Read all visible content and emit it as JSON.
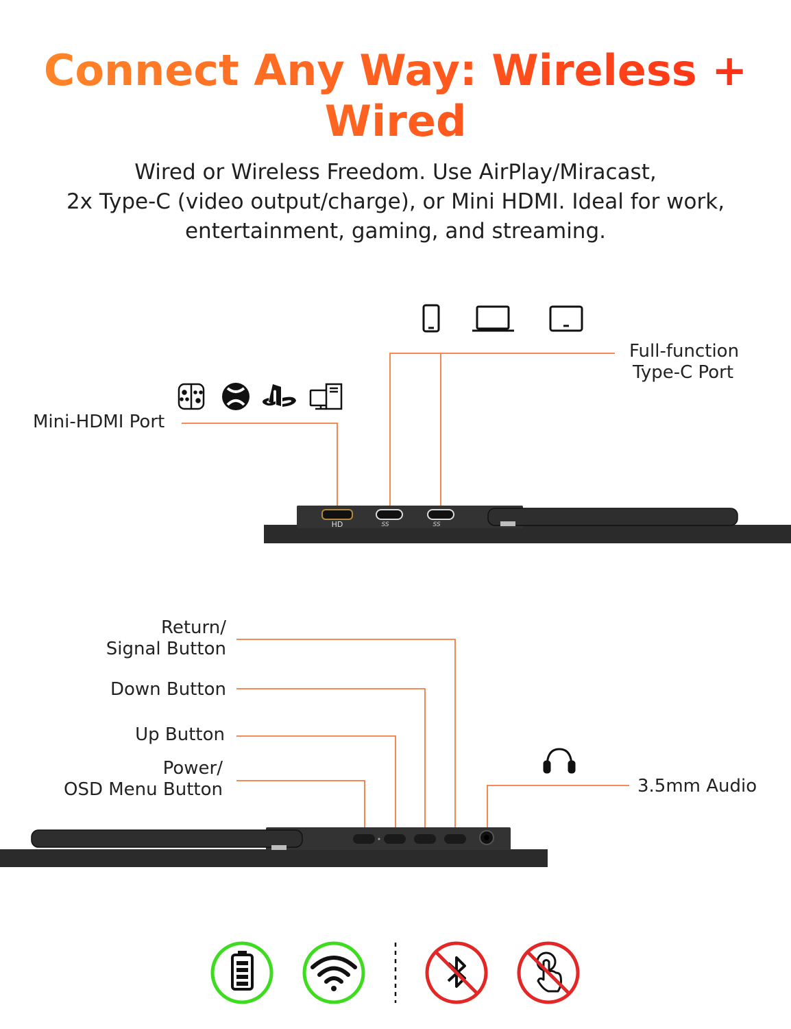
{
  "title_line1": "Connect Any Way: Wireless +",
  "title_line2": "Wired",
  "subtitle_line1": "Wired or Wireless Freedom. Use AirPlay/Miracast,",
  "subtitle_line2": "2x Type-C (video output/charge), or Mini HDMI. Ideal for work,",
  "subtitle_line3": "entertainment, gaming, and streaming.",
  "top_panel": {
    "typec_label_line1": "Full-function",
    "typec_label_line2": "Type-C Port",
    "hdmi_label": "Mini-HDMI Port",
    "port_hd_text": "HD",
    "port_ss_text": "SS",
    "typec_device_icons": [
      "phone-icon",
      "laptop-icon",
      "tablet-icon"
    ],
    "hdmi_device_icons": [
      "switch-icon",
      "xbox-icon",
      "playstation-icon",
      "desktop-icon"
    ]
  },
  "bottom_panel": {
    "return_line1": "Return/",
    "return_line2": "Signal Button",
    "down": "Down Button",
    "up": "Up Button",
    "power_line1": "Power/",
    "power_line2": "OSD Menu Button",
    "audio": "3.5mm Audio",
    "audio_icon": "headphones-icon"
  },
  "feature_icons": [
    {
      "name": "battery-icon",
      "status": "supported",
      "color": "#3ddc1f"
    },
    {
      "name": "wifi-icon",
      "status": "supported",
      "color": "#3ddc1f"
    },
    {
      "name": "bluetooth-icon",
      "status": "not-supported",
      "color": "#e32626"
    },
    {
      "name": "touch-icon",
      "status": "not-supported",
      "color": "#e32626"
    }
  ],
  "colors": {
    "accent_line": "#f47a3c",
    "title_start": "#ff8a2a",
    "title_end": "#ff2a14",
    "device_body": "#2b2b2b"
  }
}
